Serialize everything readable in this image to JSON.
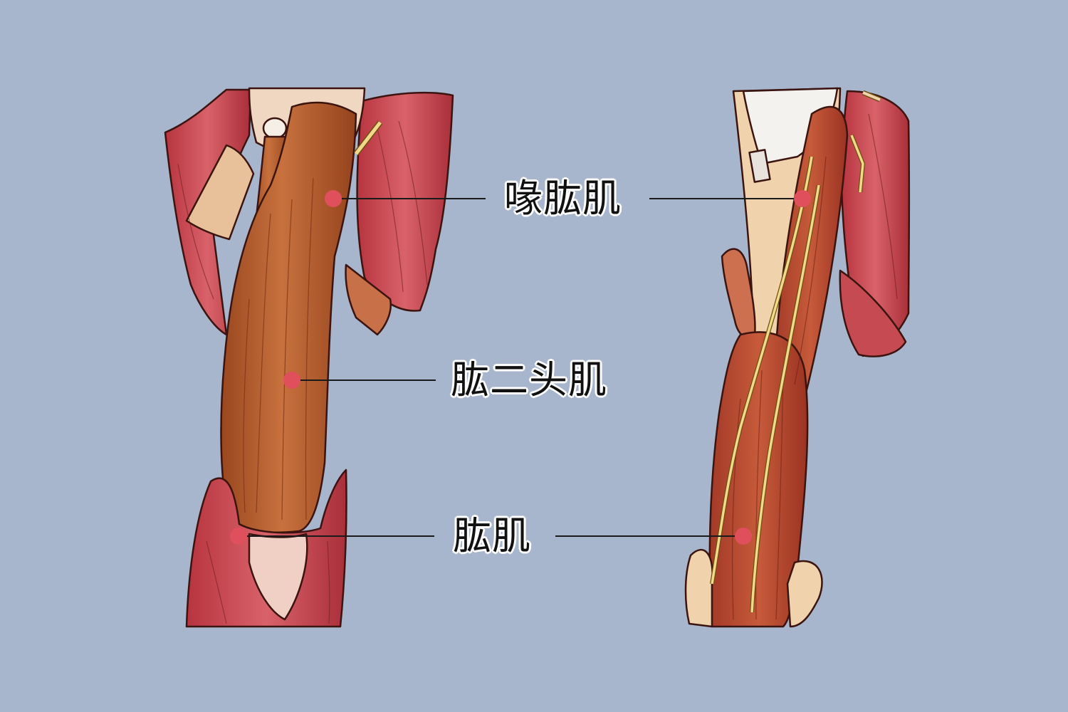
{
  "labels": {
    "coracobrachialis": "喙肱肌",
    "biceps_brachii": "肱二头肌",
    "brachialis": "肱肌"
  },
  "colors": {
    "background": "#a7b5cd",
    "marker": "#e0505c",
    "muscle_red": "#c8404a",
    "muscle_brown": "#b85a2c",
    "tendon": "#f0d7c2",
    "nerve": "#f2d98a",
    "leader_line": "#1a1a1a"
  }
}
